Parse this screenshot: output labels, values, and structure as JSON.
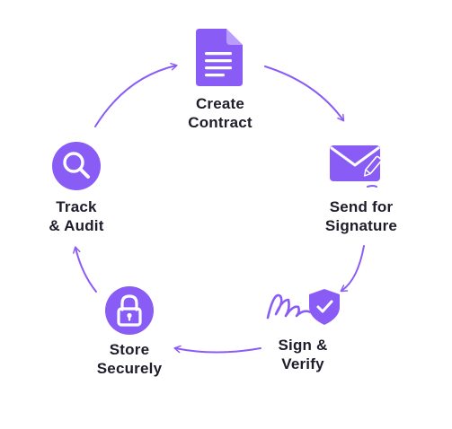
{
  "colors": {
    "accent": "#8a5cf6",
    "accent_light": "#a785f8",
    "icon_bg": "#8a5cf6",
    "text": "#1d1d2b",
    "background": "#ffffff"
  },
  "steps": [
    {
      "line1": "Create",
      "line2": "Contract",
      "icon": "document-icon"
    },
    {
      "line1": "Send for",
      "line2": "Signature",
      "icon": "envelope-pen-icon"
    },
    {
      "line1": "Sign &",
      "line2": "Verify",
      "icon": "signature-shield-icon"
    },
    {
      "line1": "Store",
      "line2": "Securely",
      "icon": "lock-icon"
    },
    {
      "line1": "Track",
      "line2": "& Audit",
      "icon": "magnifier-icon"
    }
  ]
}
